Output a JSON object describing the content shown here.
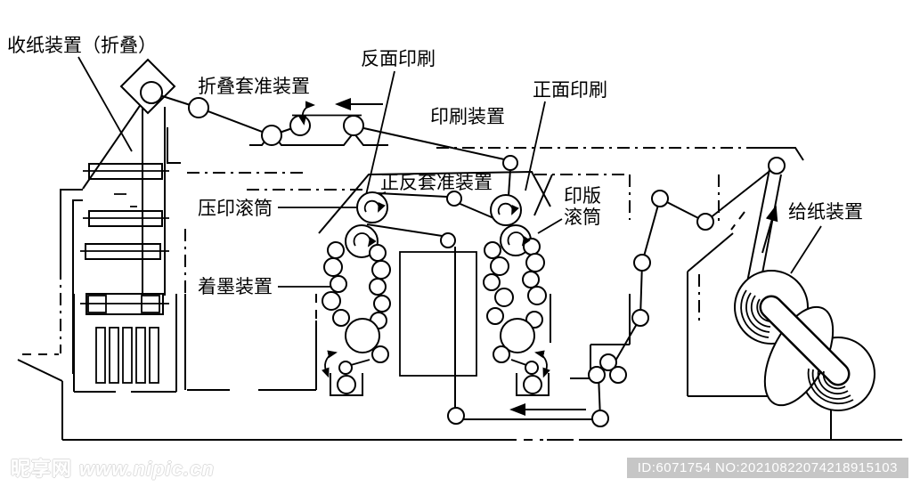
{
  "diagram": {
    "labels": {
      "delivery": "收纸装置（折叠）",
      "folding_register": "折叠套准装置",
      "reverse_print": "反面印刷",
      "press_section": "印刷装置",
      "front_print": "正面印刷",
      "front_back_register": "正反套准装置",
      "impression_cylinder": "压印滚筒",
      "plate_cylinder_line1": "印版",
      "plate_cylinder_line2": "滚筒",
      "inking_unit": "着墨装置",
      "paper_feeder": "给纸装置"
    },
    "colors": {
      "line": "#000000",
      "background": "#ffffff",
      "id_bar": "#c6c6c6",
      "watermark_text": "#ffffff"
    }
  },
  "watermark": {
    "site_name": "昵享网",
    "site_url": "www.nipic.cn"
  },
  "id_badge": {
    "text": "ID:6071754 NO:20210822074218915103"
  }
}
